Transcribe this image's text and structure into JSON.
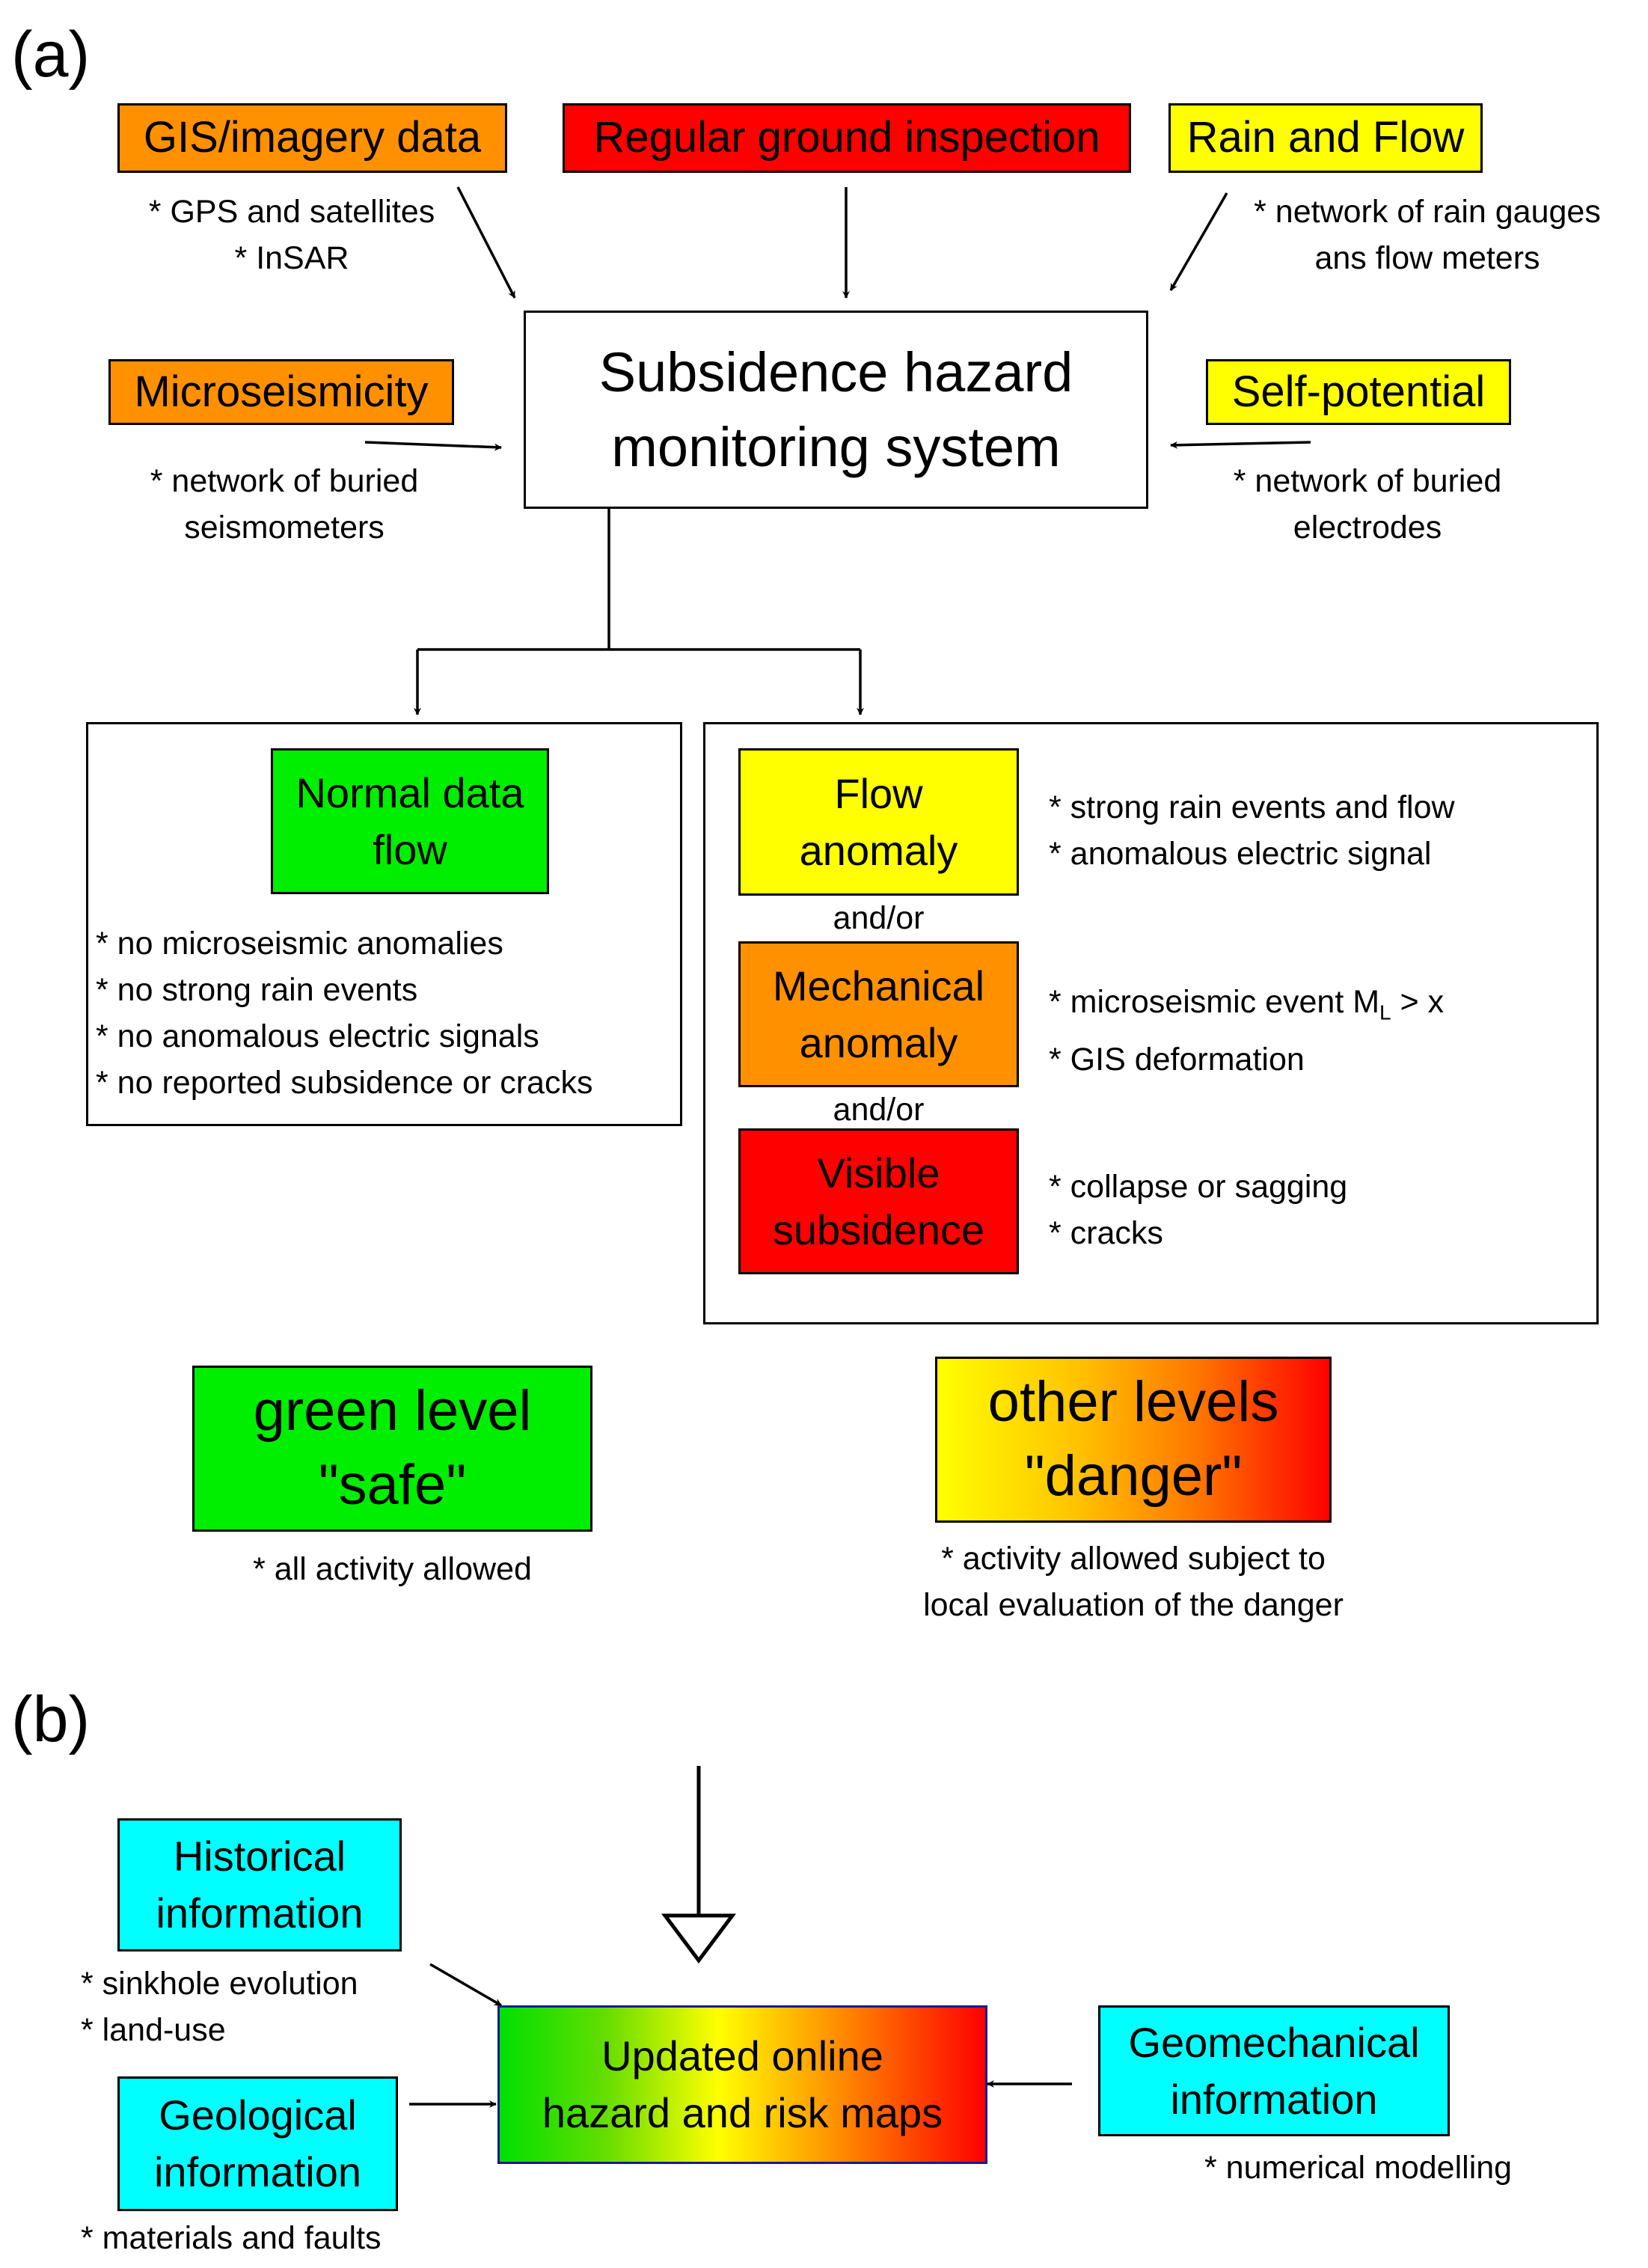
{
  "panels": {
    "a": "(a)",
    "b": "(b)"
  },
  "sources": {
    "gis": {
      "label": "GIS/imagery data",
      "notes": [
        "* GPS and satellites",
        "* InSAR"
      ]
    },
    "ground": {
      "label": "Regular ground inspection"
    },
    "rain": {
      "label": "Rain and Flow",
      "notes": [
        "* network of rain gauges",
        "ans flow meters"
      ]
    },
    "micro": {
      "label": "Microseismicity",
      "notes": [
        "* network of buried",
        "seismometers"
      ]
    },
    "selfpot": {
      "label": "Self-potential",
      "notes": [
        "* network of buried",
        "electrodes"
      ]
    }
  },
  "system": {
    "lines": [
      "Subsidence hazard",
      "monitoring system"
    ]
  },
  "normal": {
    "lines": [
      "Normal data",
      "flow"
    ],
    "notes": [
      "* no microseismic anomalies",
      "* no strong rain events",
      "* no anomalous electric signals",
      "* no reported subsidence or cracks"
    ]
  },
  "anomalies": {
    "connector": "and/or",
    "flow": {
      "lines": [
        "Flow",
        "anomaly"
      ],
      "notes": [
        "* strong rain events and flow",
        "* anomalous electric signal"
      ]
    },
    "mechanical": {
      "lines": [
        "Mechanical",
        "anomaly"
      ],
      "note1_prefix": "* microseismic event M",
      "note1_sub": "L",
      "note1_suffix": " > x",
      "note2": "* GIS deformation"
    },
    "visible": {
      "lines": [
        "Visible",
        "subsidence"
      ],
      "notes": [
        "* collapse or sagging",
        "* cracks"
      ]
    }
  },
  "levels": {
    "green": {
      "lines": [
        "green level",
        "\"safe\""
      ],
      "notes": [
        "* all activity allowed"
      ]
    },
    "other": {
      "lines": [
        "other levels",
        "\"danger\""
      ],
      "notes": [
        "* activity allowed subject to",
        "local evaluation of the danger"
      ]
    }
  },
  "partb": {
    "historical": {
      "lines": [
        "Historical",
        "information"
      ],
      "notes": [
        "* sinkhole evolution",
        "* land-use"
      ]
    },
    "geological": {
      "lines": [
        "Geological",
        "information"
      ],
      "notes": [
        "* materials and faults"
      ]
    },
    "maps": {
      "lines": [
        "Updated online",
        "hazard and risk maps"
      ]
    },
    "geomech": {
      "lines": [
        "Geomechanical",
        "information"
      ],
      "notes": [
        "* numerical modelling"
      ]
    }
  },
  "colors": {
    "orange": "#ff9100",
    "red": "#ff0000",
    "yellow": "#ffff00",
    "green": "#00ee00",
    "cyan": "#00ffff",
    "maps_border": "#1a1a8c"
  }
}
